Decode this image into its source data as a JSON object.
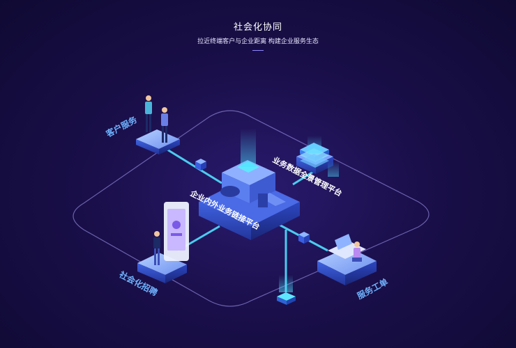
{
  "header": {
    "title": "社会化协同",
    "subtitle": "拉近终端客户与企业距离 构建企业服务生态"
  },
  "nodes": {
    "customer_service": "客户服务",
    "business_data": "业务数据全景管理平台",
    "internal_link": "企业内外业务链接平台",
    "recruitment": "社会化招聘",
    "work_order": "服务工单"
  },
  "colors": {
    "accent": "#6fb3ff",
    "glow": "#4fe0ff",
    "platform_top": "#9fc2ff",
    "platform_side": "#3a5bd9"
  }
}
